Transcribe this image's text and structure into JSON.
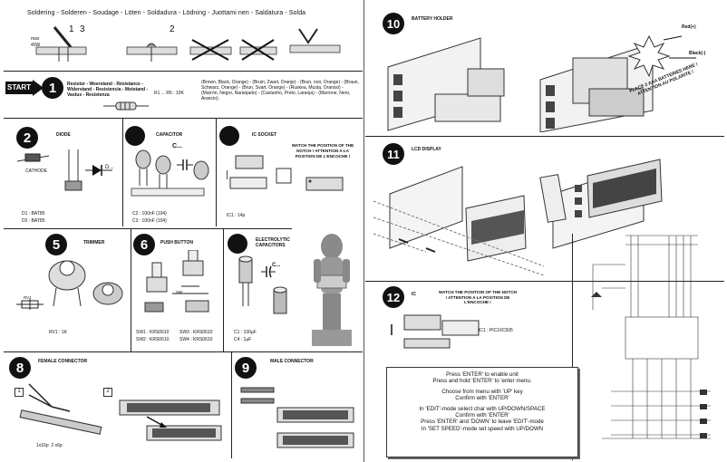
{
  "soldering": {
    "header": "Soldering - Solderen - Soudage - Löten - Soldadura - Lödning - Juottami nen - Saldatura - Solda",
    "steps": [
      "1",
      "3",
      "2"
    ],
    "iron_label": "max\n40W"
  },
  "start": {
    "label": "START",
    "number": "1",
    "resistor_title": "Resistor - Weerstand - Résistance - Widerstand - Resistencia - Motstand - Vastus - Resistenza",
    "resistor_ids": "R1 ... R5 : 10K",
    "color_code": "(Brown, Black, Orange) - (Bruin, Zwart, Oranje) - (Brun, noir, Orange) - (Braun, Schwarz, Orange) - (Brun, Svart, Orange) - (Ruskea, Musta, Oranssi) - (Marrón, Negro, Naranjado) - (Castanho, Preto, Laranja) - (Marrone, Nero, Arancio)."
  },
  "diode": {
    "number": "2",
    "title": "DIODE",
    "cathode": "CATHODE",
    "label": "D...",
    "parts": [
      "D1 : BAT85",
      "D2 : BAT85"
    ]
  },
  "capacitor": {
    "title": "CAPACITOR",
    "label": "C...",
    "parts": [
      "C2 : 100nF (104)",
      "C3 : 100nF (104)"
    ]
  },
  "ic_socket": {
    "title": "IC SOCKET",
    "warning": "WATCH THE POSITION OF THE NOTCH ! ATTENTION A LA POSITION DE L'ENCOCHE !",
    "part": "IC1 : 14p"
  },
  "trimmer": {
    "number": "5",
    "title": "TRIMMER",
    "label": "RV1",
    "part": "RV1 : 1K"
  },
  "push_button": {
    "number": "6",
    "title": "PUSH BUTTON",
    "label": "SW",
    "parts": [
      "SW1 : KRS0610",
      "SW3 : KRS0610",
      "SW2 : KRS0610",
      "SW4 : KRS0610"
    ]
  },
  "electrolytic": {
    "title": "ELECTROLYTIC CAPACITORS",
    "label": "C...",
    "parts": [
      "C1 : 100µF",
      "C4 : 1µF"
    ]
  },
  "female_connector": {
    "number": "8",
    "title": "FEMALE CONNECTOR",
    "steps": [
      "1",
      "2"
    ],
    "parts": "1x16p  2 x6p"
  },
  "male_connector": {
    "number": "9",
    "title": "MALE CONNECTOR"
  },
  "battery_holder": {
    "number": "10",
    "title": "BATTERY HOLDER",
    "red": "Red(+)",
    "black": "Black(-)",
    "place_note": "PLACE 2 AAA BATTERIES HERE ! ATTENTION AU POLARITE !"
  },
  "lcd_display": {
    "number": "11",
    "title": "LCD DISPLAY"
  },
  "ic": {
    "number": "12",
    "title": "IC",
    "warning": "WATCH THE POSITION OF THE NOTCH ! ATTENTION A LA POSITION DE L'ENCOCHE !",
    "part": "IC1 : PIC16C505"
  },
  "instructions": [
    "Press 'ENTER' to enable unit",
    "Press and hold 'ENTER' to 'enter menu.",
    "",
    "Choose from menu with 'UP' key",
    "Confirm with 'ENTER'",
    "",
    "In 'EDIT'-mode select char with UP/DOWN/SPACE",
    "Confirm with 'ENTER'",
    "Press 'ENTER' and 'DOWN' to leave 'EDIT'-mode",
    "In 'SET SPEED'-mode set speed with UP/DOWN"
  ]
}
